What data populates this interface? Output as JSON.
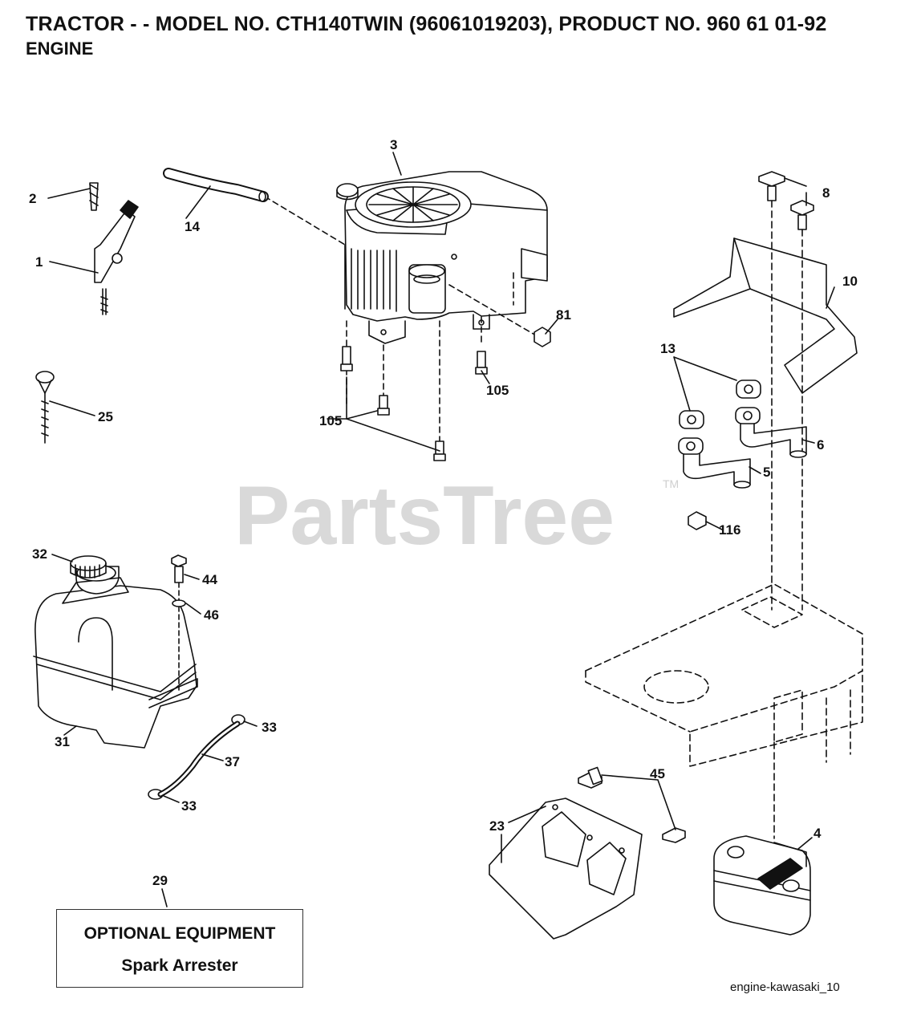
{
  "header": {
    "title": "TRACTOR - - MODEL NO. CTH140TWIN (96061019203), PRODUCT NO. 960 61 01-92",
    "subtitle": "ENGINE"
  },
  "watermark": {
    "text": "PartsTree",
    "trademark": "TM"
  },
  "labels": {
    "p1": "1",
    "p2": "2",
    "p3": "3",
    "p4": "4",
    "p5": "5",
    "p6": "6",
    "p8": "8",
    "p10": "10",
    "p13": "13",
    "p14": "14",
    "p23": "23",
    "p25": "25",
    "p29": "29",
    "p31": "31",
    "p32": "32",
    "p33a": "33",
    "p33b": "33",
    "p37": "37",
    "p44": "44",
    "p45": "45",
    "p46": "46",
    "p81": "81",
    "p105a": "105",
    "p105b": "105",
    "p116": "116"
  },
  "optional_box": {
    "line1": "OPTIONAL EQUIPMENT",
    "line2": "Spark Arrester"
  },
  "footer": {
    "figure_id": "engine-kawasaki_10"
  },
  "colors": {
    "ink": "#111111",
    "watermark": "#d9d9d9"
  }
}
